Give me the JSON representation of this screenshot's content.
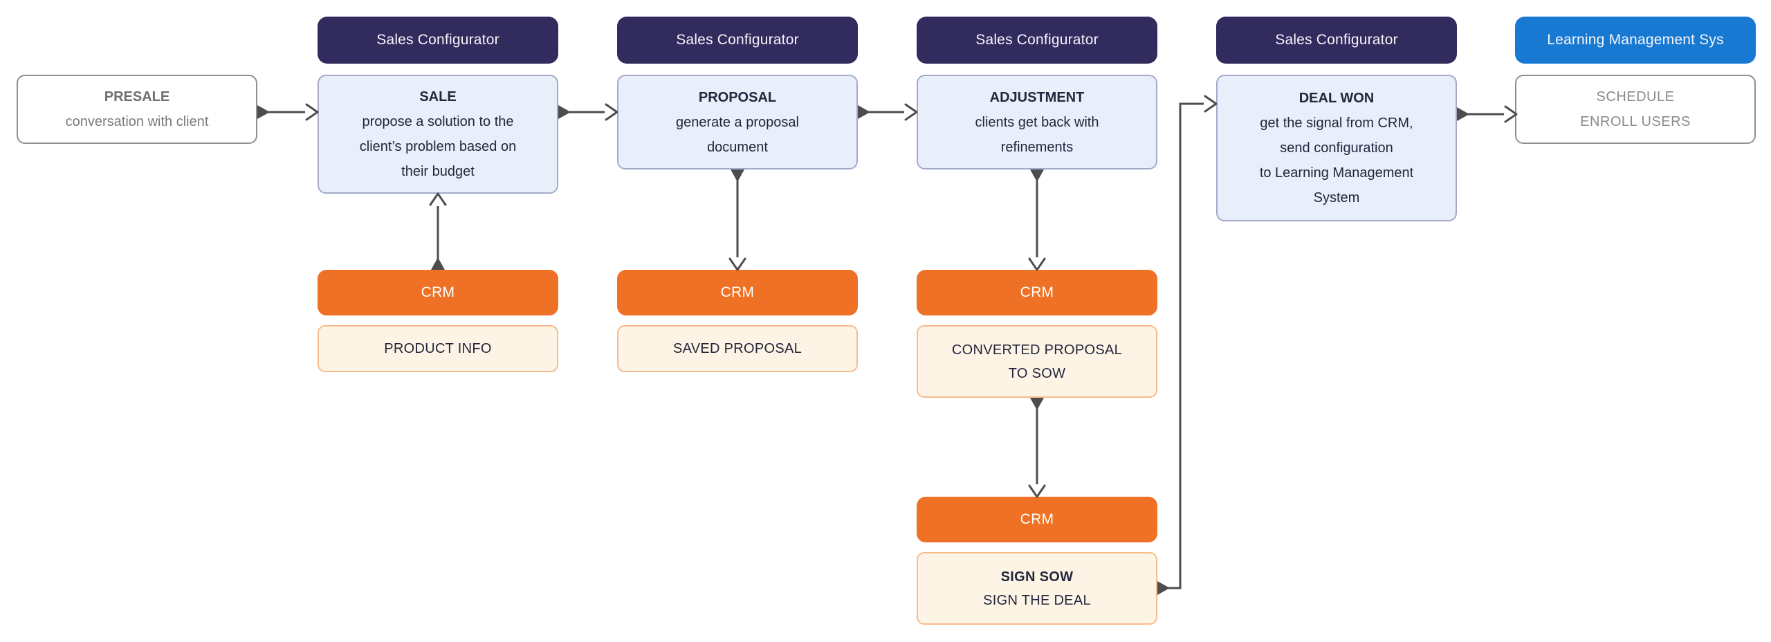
{
  "diagram": {
    "title_hint": "sales process flowchart",
    "colors": {
      "background": "#ffffff",
      "system_pill_navy": "#312b5e",
      "system_pill_blue": "#1879d3",
      "step_fill": "#e9eefb",
      "step_border": "#a3aac8",
      "plain_fill": "#ffffff",
      "plain_border": "#8f8f8f",
      "plain_text": "#7b7b7b",
      "crm_orange": "#ee7125",
      "artifact_fill": "#fdf4e6",
      "artifact_border": "#f7bb8d",
      "dark_text": "#23263c",
      "arrow": "#4d4d4d"
    },
    "pills": [
      {
        "label": "Sales Configurator",
        "variant": "navy"
      },
      {
        "label": "Sales Configurator",
        "variant": "navy"
      },
      {
        "label": "Sales Configurator",
        "variant": "navy"
      },
      {
        "label": "Sales Configurator",
        "variant": "navy"
      },
      {
        "label": "Learning Management Sys",
        "variant": "blue"
      }
    ],
    "steps": {
      "presale": {
        "title": "PRESALE",
        "body": "conversation with client"
      },
      "sale": {
        "title": "SALE",
        "body": "propose a solution to the\nclient’s problem based on\ntheir budget"
      },
      "proposal": {
        "title": "PROPOSAL",
        "body": "generate a proposal\ndocument"
      },
      "adjustment": {
        "title": "ADJUSTMENT",
        "body": "clients get back with\nrefinements"
      },
      "deal_won": {
        "title": "DEAL WON",
        "body": "get the signal from CRM,\nsend configuration\nto Learning Management\nSystem"
      },
      "schedule": {
        "body": "SCHEDULE\nENROLL USERS"
      }
    },
    "crm": {
      "label": "CRM"
    },
    "artifacts": {
      "product_info": {
        "body": "PRODUCT INFO"
      },
      "saved_proposal": {
        "body": "SAVED PROPOSAL"
      },
      "converted_sow": {
        "body": "CONVERTED PROPOSAL\nTO SOW"
      },
      "sign_sow": {
        "title": "SIGN SOW",
        "body": "SIGN THE DEAL"
      }
    },
    "edges": [
      {
        "from": "presale",
        "to": "sale",
        "route": "right"
      },
      {
        "from": "sale",
        "to": "proposal",
        "route": "right"
      },
      {
        "from": "proposal",
        "to": "adjustment",
        "route": "right"
      },
      {
        "from": "crm-sale",
        "to": "sale",
        "route": "up"
      },
      {
        "from": "proposal",
        "to": "crm-proposal",
        "route": "down"
      },
      {
        "from": "adjustment",
        "to": "crm-adjustment",
        "route": "down"
      },
      {
        "from": "converted_sow",
        "to": "crm-sign",
        "route": "down"
      },
      {
        "from": "sign_sow",
        "to": "deal_won",
        "route": "right-up-right"
      },
      {
        "from": "deal_won",
        "to": "schedule",
        "route": "right"
      }
    ]
  }
}
